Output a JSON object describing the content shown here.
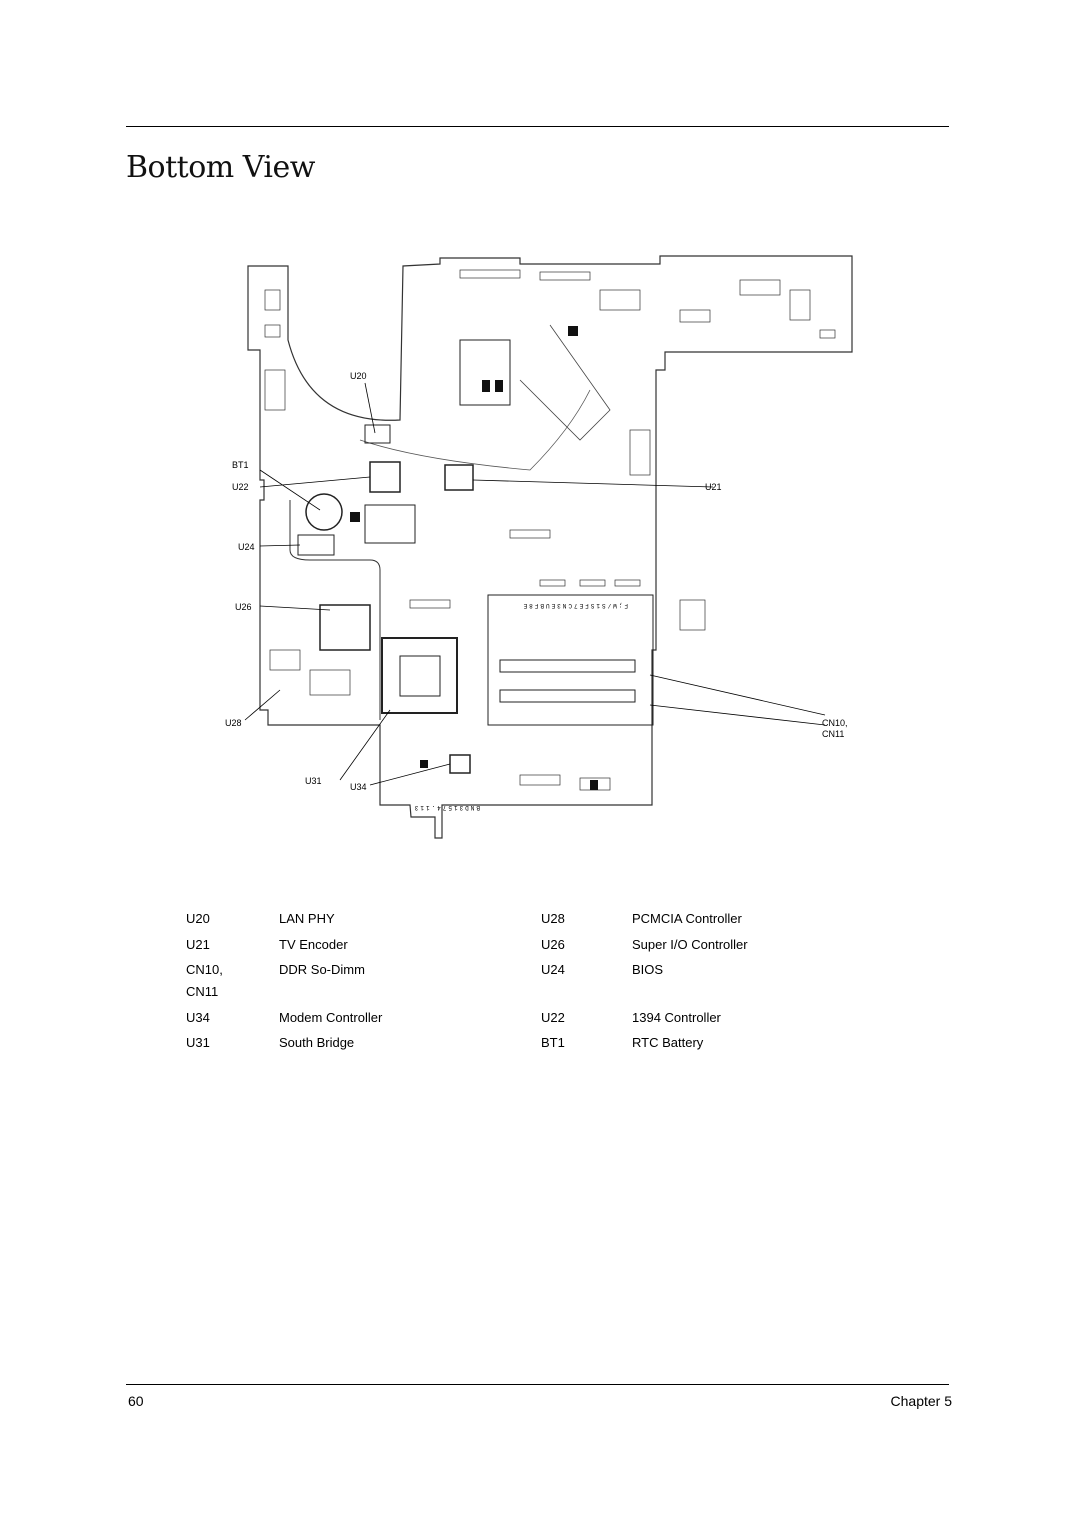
{
  "page": {
    "title": "Bottom View",
    "page_number": "60",
    "chapter": "Chapter 5"
  },
  "diagram": {
    "callouts": {
      "u20": "U20",
      "bt1": "BT1",
      "u22": "U22",
      "u21": "U21",
      "u24": "U24",
      "u26": "U26",
      "u28": "U28",
      "cn10": "CN10,",
      "cn11": "CN11",
      "u31": "U31",
      "u34": "U34"
    },
    "board_marking": "BND31574.113",
    "slot_marking": "F;W/S1SFE7CN3EUBF8E"
  },
  "legend": {
    "rows": [
      {
        "ref1": "U20",
        "desc1": "LAN PHY",
        "ref2": "U28",
        "desc2": "PCMCIA Controller"
      },
      {
        "ref1": "U21",
        "desc1": "TV Encoder",
        "ref2": "U26",
        "desc2": "Super I/O Controller"
      },
      {
        "ref1": "CN10,",
        "desc1": "DDR So-Dimm",
        "ref2": "U24",
        "desc2": "BIOS"
      },
      {
        "ref1": "CN11",
        "desc1": "",
        "ref2": "",
        "desc2": ""
      },
      {
        "ref1": "U34",
        "desc1": "Modem Controller",
        "ref2": "U22",
        "desc2": "1394 Controller"
      },
      {
        "ref1": "U31",
        "desc1": "South Bridge",
        "ref2": "BT1",
        "desc2": "RTC Battery"
      }
    ]
  }
}
